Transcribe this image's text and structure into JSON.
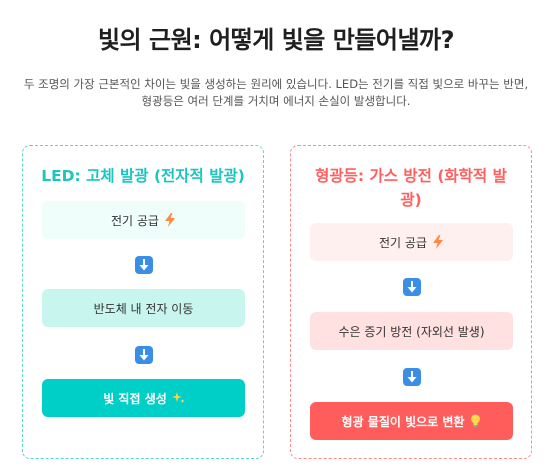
{
  "header": {
    "title": "빛의 근원: 어떻게 빛을 만들어낼까?",
    "subtitle": "두 조명의 가장 근본적인 차이는 빛을 생성하는 원리에 있습니다. LED는 전기를 직접 빛으로 바꾸는 반면, 형광등은 여러 단계를 거치며 에너지 손실이 발생합니다."
  },
  "led": {
    "title": "LED: 고체 발광 (전자적 발광)",
    "steps": [
      {
        "label": "전기 공급",
        "icon": "lightning-icon"
      },
      {
        "label": "반도체 내 전자 이동",
        "icon": ""
      },
      {
        "label": "빛 직접 생성",
        "icon": "sparkles-icon"
      }
    ]
  },
  "fluorescent": {
    "title": "형광등: 가스 방전 (화학적 발광)",
    "steps": [
      {
        "label": "전기 공급",
        "icon": "lightning-icon"
      },
      {
        "label": "수은 증기 방전 (자외선 발생)",
        "icon": ""
      },
      {
        "label": "형광 물질이 빛으로 변환",
        "icon": "lightbulb-icon"
      }
    ]
  },
  "colors": {
    "led_accent": "#00cfc7",
    "fluorescent_accent": "#ff5c5c",
    "arrow": "#3a8ee6"
  }
}
